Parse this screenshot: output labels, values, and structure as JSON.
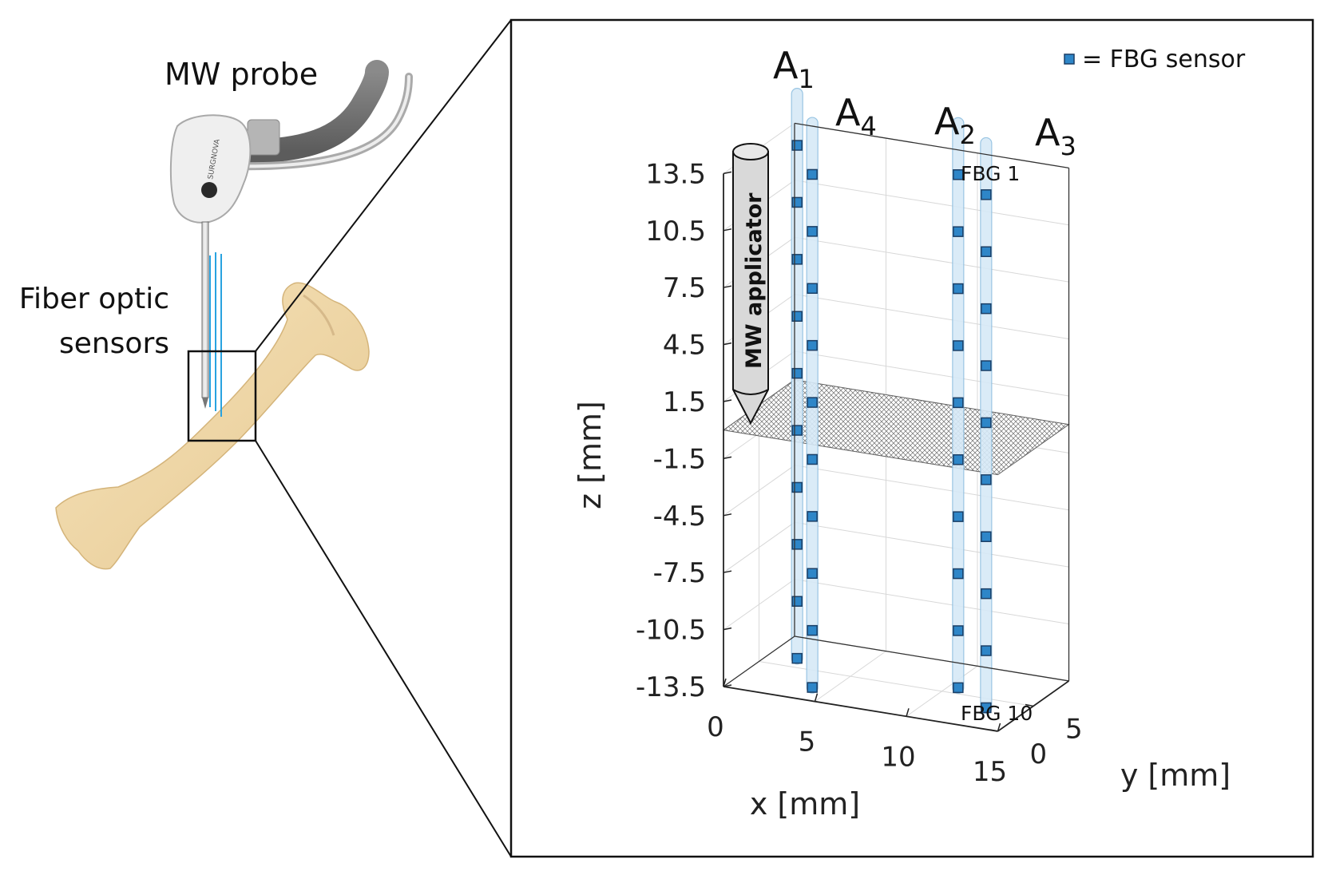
{
  "left_panel": {
    "probe_label": "MW probe",
    "fiber_label_line1": "Fiber optic",
    "fiber_label_line2": "sensors",
    "probe_brand": "SURGNOVA"
  },
  "plot": {
    "z_axis_label": "z [mm]",
    "x_axis_label": "x [mm]",
    "y_axis_label": "y [mm]",
    "z_ticks": [
      "13.5",
      "10.5",
      "7.5",
      "4.5",
      "1.5",
      "-1.5",
      "-4.5",
      "-7.5",
      "-10.5",
      "-13.5"
    ],
    "x_ticks": [
      "0",
      "5",
      "10",
      "15"
    ],
    "y_ticks": [
      "0",
      "5"
    ],
    "legend_text": "= FBG sensor",
    "applicator_label": "MW applicator",
    "fbg_first_label": "FBG 1",
    "fbg_last_label": "FBG 10",
    "arrays": [
      {
        "name": "A",
        "sub": "1"
      },
      {
        "name": "A",
        "sub": "4"
      },
      {
        "name": "A",
        "sub": "2"
      },
      {
        "name": "A",
        "sub": "3"
      }
    ],
    "sensors_per_array": 10,
    "colors": {
      "sensor_fill": "#2e86c8",
      "sensor_stroke": "#1b3f66",
      "fiber_fill": "#d6e9f7",
      "fiber_stroke": "#8fbfe0",
      "bone": "#f2dcae",
      "grid": "#d8d8d8"
    }
  }
}
